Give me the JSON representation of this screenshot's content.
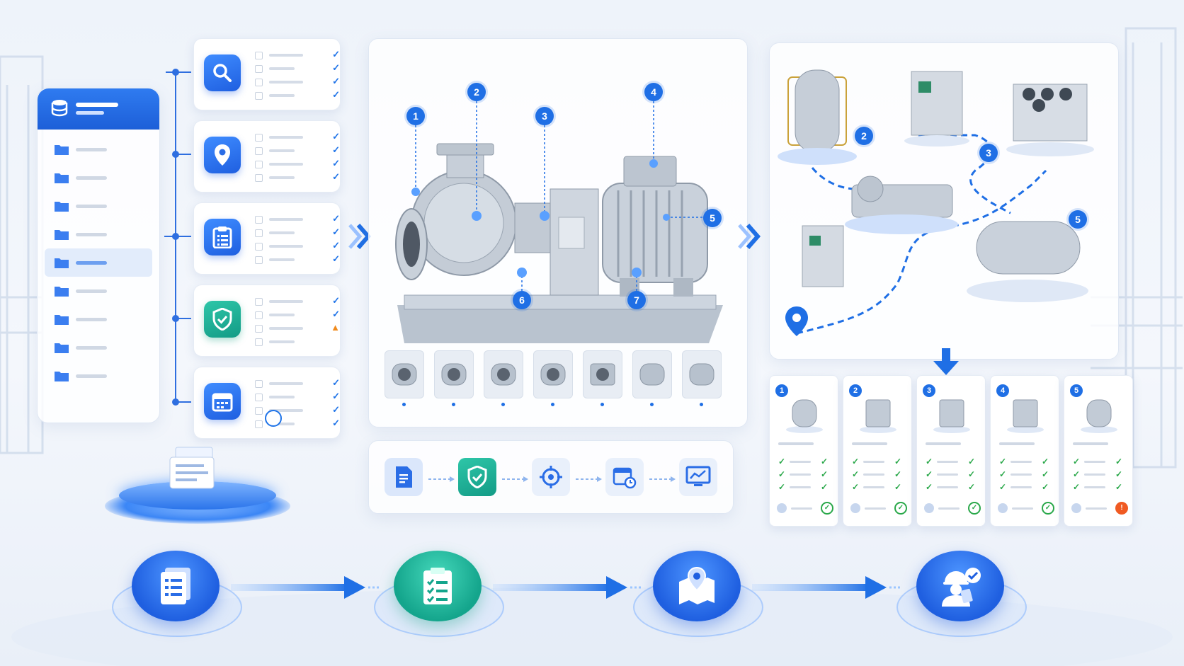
{
  "colors": {
    "primary_blue": "#1f6fe5",
    "teal": "#14a58c",
    "ok_green": "#2aa84a",
    "warning_orange": "#f08a1c",
    "error_red": "#f05a22"
  },
  "sidebar": {
    "header_icon": "database-icon",
    "folder_count": 9,
    "selected_index": 4
  },
  "task_cards": [
    {
      "icon": "search-icon",
      "tone": "blue",
      "marks": [
        "check",
        "check",
        "check",
        "check"
      ]
    },
    {
      "icon": "map-pin-icon",
      "tone": "blue",
      "marks": [
        "check",
        "check",
        "check",
        "check"
      ]
    },
    {
      "icon": "clipboard-icon",
      "tone": "blue",
      "marks": [
        "check",
        "check",
        "check",
        "check"
      ]
    },
    {
      "icon": "shield-check-icon",
      "tone": "teal",
      "marks": [
        "check",
        "check",
        "warning",
        "none"
      ]
    },
    {
      "icon": "calendar-icon",
      "tone": "blue",
      "marks": [
        "check",
        "check",
        "check",
        "check"
      ]
    }
  ],
  "pump_callouts": [
    "1",
    "2",
    "3",
    "4",
    "5",
    "6",
    "7"
  ],
  "component_thumbs": [
    "flange",
    "pump-casing",
    "impeller-housing",
    "coupling",
    "motor",
    "baseplate",
    "base-frame"
  ],
  "process_steps": [
    "document-icon",
    "shield-check-icon",
    "target-icon",
    "calendar-clock-icon",
    "monitor-chart-icon"
  ],
  "plant_map_callouts": [
    "2",
    "3",
    "5"
  ],
  "equipment_cards": [
    {
      "number": "1",
      "equipment": "reactor-vessel",
      "status": "ok"
    },
    {
      "number": "2",
      "equipment": "control-cabinet",
      "status": "ok"
    },
    {
      "number": "3",
      "equipment": "pump-unit",
      "status": "ok"
    },
    {
      "number": "4",
      "equipment": "cooling-unit",
      "status": "ok"
    },
    {
      "number": "5",
      "equipment": "storage-tank",
      "status": "error"
    }
  ],
  "workflow": [
    "document-list-icon",
    "checklist-icon",
    "map-location-icon",
    "inspector-approved-icon"
  ]
}
